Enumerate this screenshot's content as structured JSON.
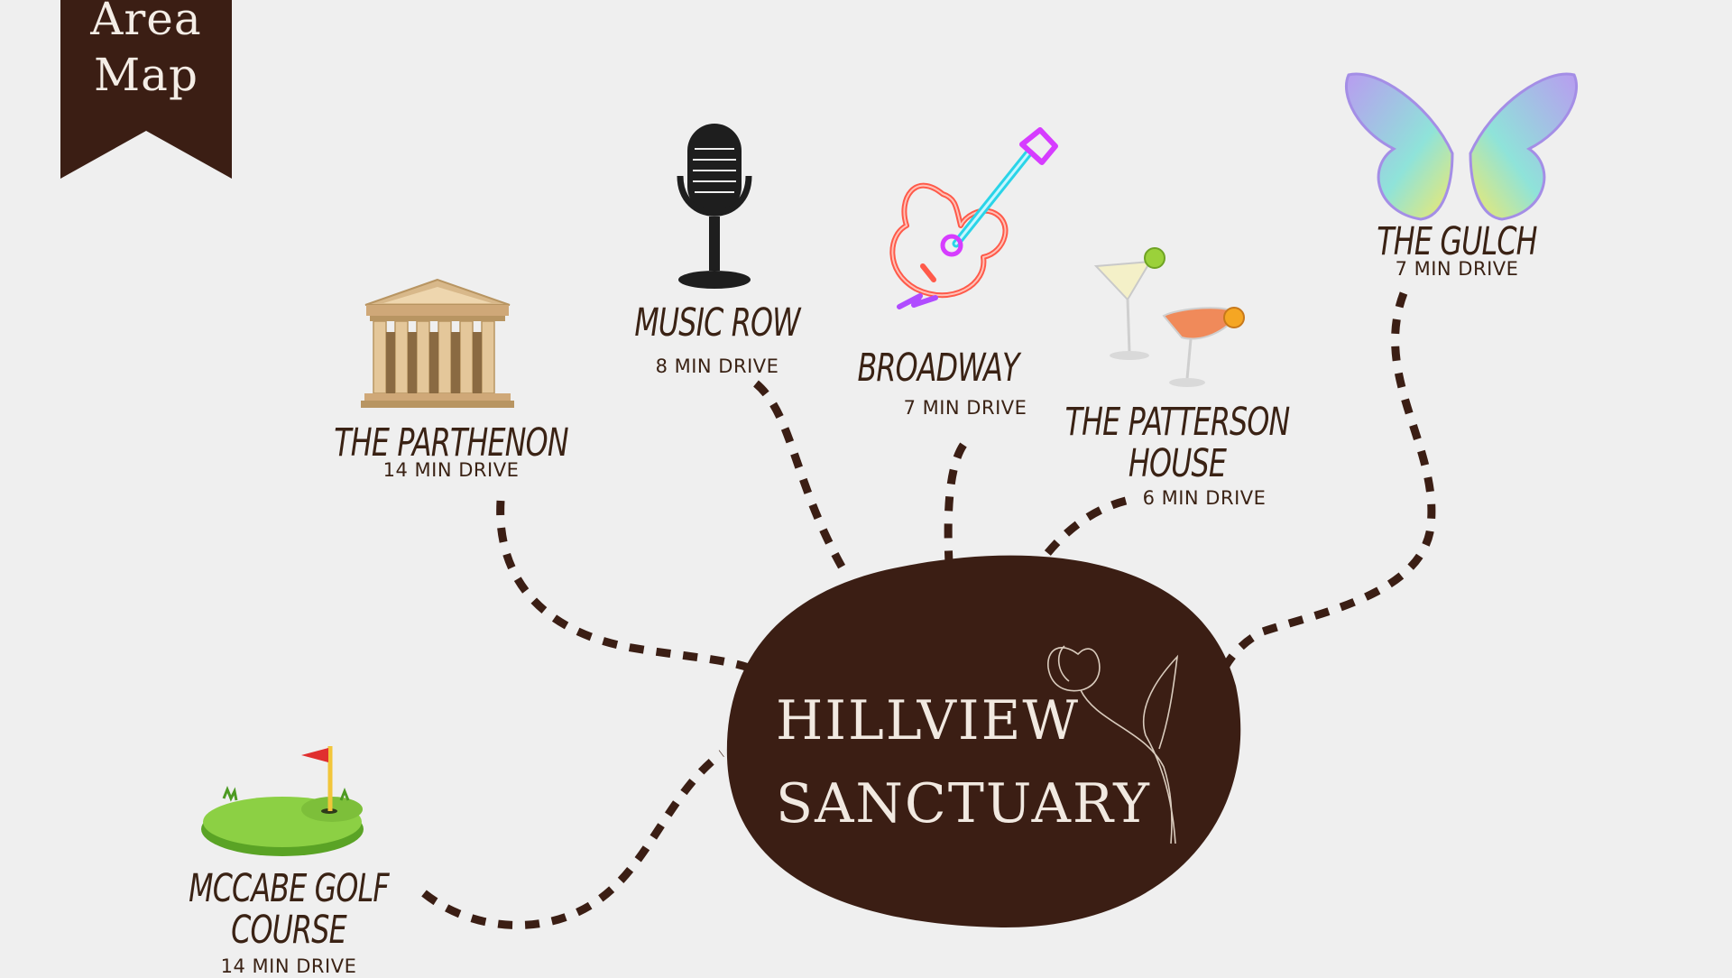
{
  "header": {
    "line1": "Area",
    "line2": "Map"
  },
  "hub": {
    "line1": "HILLVIEW",
    "line2": "SANCTUARY"
  },
  "colors": {
    "brown": "#3b1e14",
    "background": "#efefef"
  },
  "destinations": [
    {
      "name": "THE PARTHENON",
      "drive": "14 MIN DRIVE",
      "icon": "parthenon-icon"
    },
    {
      "name": "MUSIC ROW",
      "drive": "8 MIN DRIVE",
      "icon": "microphone-icon"
    },
    {
      "name": "BROADWAY",
      "drive": "7 MIN DRIVE",
      "icon": "neon-guitar-icon"
    },
    {
      "name": "THE PATTERSON HOUSE",
      "name_line1": "THE PATTERSON",
      "name_line2": "HOUSE",
      "drive": "6 MIN DRIVE",
      "icon": "cocktails-icon"
    },
    {
      "name": "THE GULCH",
      "drive": "7 MIN DRIVE",
      "icon": "butterfly-icon"
    },
    {
      "name": "MCCABE GOLF COURSE",
      "name_line1": "MCCABE GOLF",
      "name_line2": "COURSE",
      "drive": "14 MIN DRIVE",
      "icon": "golf-green-icon"
    }
  ]
}
